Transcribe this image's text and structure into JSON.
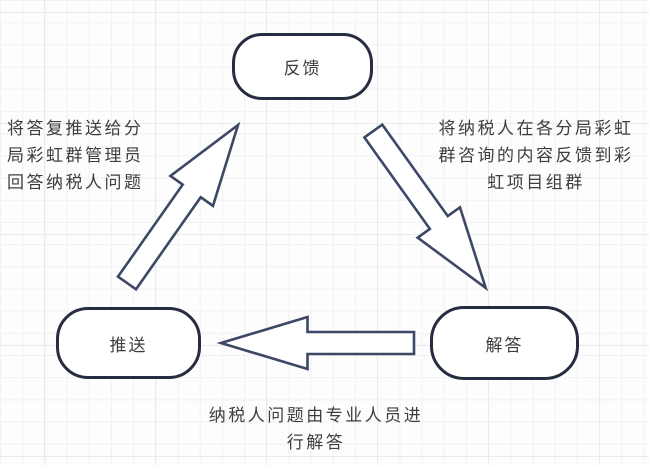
{
  "diagram": {
    "type": "cycle-flowchart",
    "background": "grid",
    "nodes": {
      "top": {
        "label": "反馈"
      },
      "bottom_left": {
        "label": "推送"
      },
      "bottom_right": {
        "label": "解答"
      }
    },
    "arrows": [
      {
        "name": "push-to-feedback-arrow",
        "from": "推送",
        "to": "反馈",
        "direction": "up-right",
        "style": "outlined-block-arrow"
      },
      {
        "name": "feedback-to-answer-arrow",
        "from": "反馈",
        "to": "解答",
        "direction": "down-right",
        "style": "outlined-block-arrow"
      },
      {
        "name": "answer-to-push-arrow",
        "from": "解答",
        "to": "推送",
        "direction": "left",
        "style": "outlined-block-arrow"
      }
    ],
    "annotations": {
      "left": {
        "lines": [
          "将答复推送给分",
          "局彩虹群管理员",
          "回答纳税人问题"
        ]
      },
      "right": {
        "lines": [
          "将纳税人在各分局彩虹",
          "群咨询的内容反馈到彩",
          "虹项目组群"
        ]
      },
      "bottom": {
        "lines": [
          "纳税人问题由专业人员进",
          "行解答"
        ]
      }
    },
    "colors": {
      "node_border": "#262d40",
      "arrow_stroke": "#3d4766",
      "arrow_fill": "#ffffff",
      "text": "#3e3e3e",
      "grid_minor": "#f1f1f4",
      "grid_major": "#e9e9ee",
      "background": "#fdfdfd"
    }
  }
}
